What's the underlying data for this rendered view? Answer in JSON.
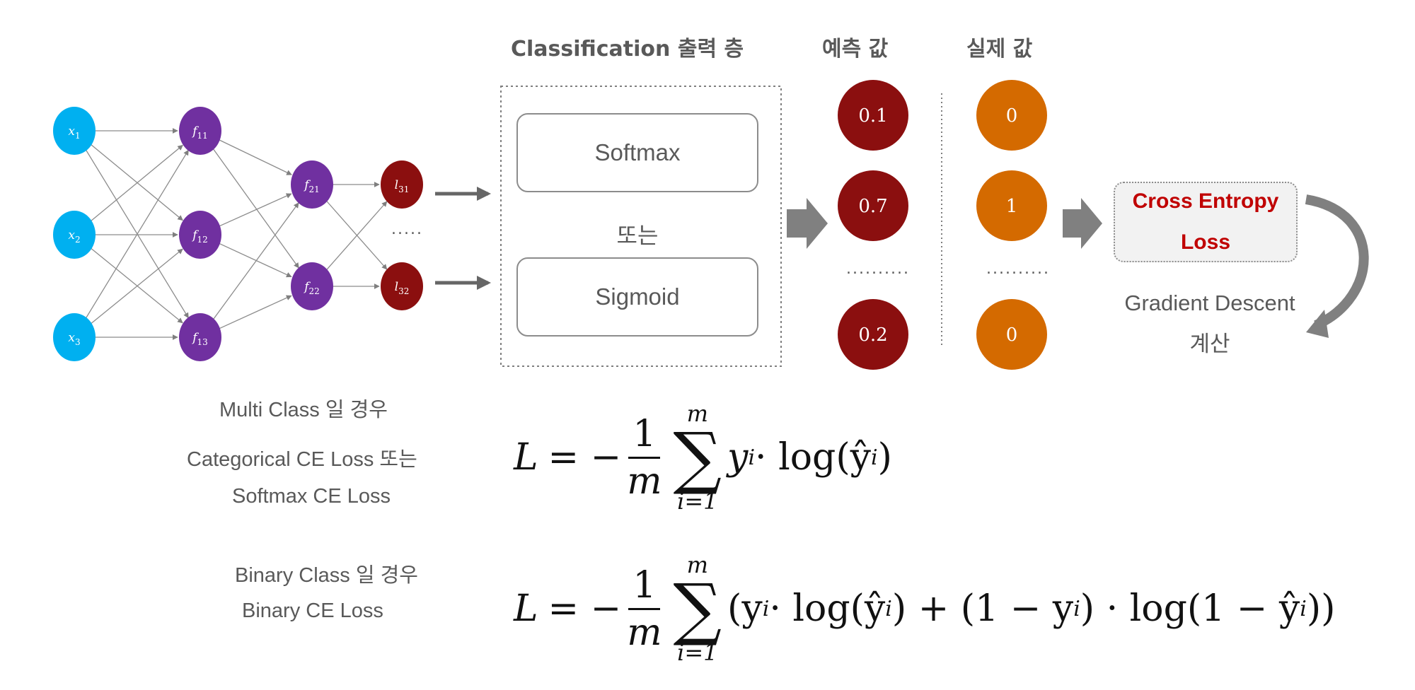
{
  "headers": {
    "classification_layer": "Classification 출력 층",
    "predicted": "예측 값",
    "actual": "실제 값"
  },
  "network": {
    "inputs": [
      {
        "base": "x",
        "sub": "1"
      },
      {
        "base": "x",
        "sub": "2"
      },
      {
        "base": "x",
        "sub": "3"
      }
    ],
    "hidden1": [
      {
        "base": "f",
        "sub": "11"
      },
      {
        "base": "f",
        "sub": "12"
      },
      {
        "base": "f",
        "sub": "13"
      }
    ],
    "hidden2": [
      {
        "base": "f",
        "sub": "21"
      },
      {
        "base": "f",
        "sub": "22"
      }
    ],
    "outputs": [
      {
        "base": "l",
        "sub": "31"
      },
      {
        "base": "l",
        "sub": "32"
      }
    ],
    "ellipsis": "....."
  },
  "output_layer": {
    "softmax": "Softmax",
    "or_label": "또는",
    "sigmoid": "Sigmoid"
  },
  "predicted_values": [
    "0.1",
    "0.7",
    "0.2"
  ],
  "actual_values": [
    "0",
    "1",
    "0"
  ],
  "value_ellipsis": "..........",
  "loss_box": {
    "line1": "Cross Entropy",
    "line2": "Loss"
  },
  "gradient": {
    "line1": "Gradient Descent",
    "line2": "계산"
  },
  "multi_class_note": {
    "line1": "Multi Class 일 경우",
    "line2": "Categorical CE Loss 또는",
    "line3": "Softmax CE Loss"
  },
  "binary_class_note": {
    "line1": "Binary Class 일 경우",
    "line2": "Binary CE Loss"
  },
  "formula_multi": {
    "lhs": "L",
    "eq": "= −",
    "num": "1",
    "den": "m",
    "sum_top": "m",
    "sum_bot": "i=1",
    "body": "y",
    "body_sub": "i",
    "body_rest": " · log(ŷ",
    "body_sub2": "i",
    "body_end": ")"
  },
  "formula_binary": {
    "lhs": "L",
    "eq": "= −",
    "num": "1",
    "den": "m",
    "sum_top": "m",
    "sum_bot": "i=1",
    "body": "(y",
    "body_sub": "i",
    "body_rest": " · log(ŷ",
    "body_sub2": "i",
    "body_mid": ") + (1 − y",
    "body_sub3": "i",
    "body_mid2": ") · log(1 − ŷ",
    "body_sub4": "i",
    "body_end": "))"
  },
  "colors": {
    "input_node": "#00b0f0",
    "hidden_node": "#7030a0",
    "output_node": "#8b0f0f",
    "predicted_node": "#8b0f0f",
    "actual_node": "#d46a00",
    "arrow_gray": "#808080",
    "text_gray": "#595959",
    "loss_red": "#c00000"
  }
}
